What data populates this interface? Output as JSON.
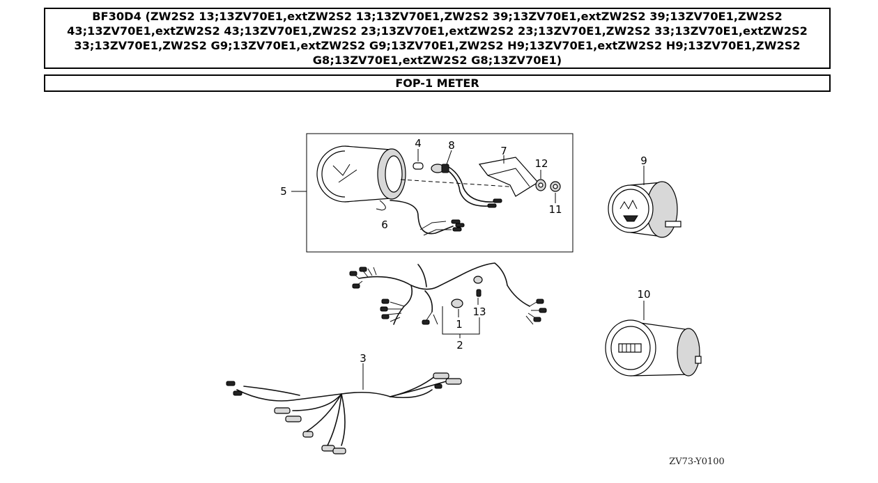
{
  "header": {
    "title": "BF30D4 (ZW2S2 13;13ZV70E1,extZW2S2 13;13ZV70E1,ZW2S2 39;13ZV70E1,extZW2S2 39;13ZV70E1,ZW2S2 43;13ZV70E1,extZW2S2 43;13ZV70E1,ZW2S2 23;13ZV70E1,extZW2S2 23;13ZV70E1,ZW2S2 33;13ZV70E1,extZW2S2 33;13ZV70E1,ZW2S2 G9;13ZV70E1,extZW2S2 G9;13ZV70E1,ZW2S2 H9;13ZV70E1,extZW2S2 H9;13ZV70E1,ZW2S2 G8;13ZV70E1,extZW2S2 G8;13ZV70E1)",
    "section": "FOP-1 METER"
  },
  "diagram": {
    "callouts": {
      "c1": "1",
      "c2": "2",
      "c3": "3",
      "c4": "4",
      "c5": "5",
      "c6": "6",
      "c7": "7",
      "c8": "8",
      "c9": "9",
      "c10": "10",
      "c11": "11",
      "c12": "12",
      "c13": "13"
    },
    "drawing_code": "ZV73-Y0100"
  }
}
